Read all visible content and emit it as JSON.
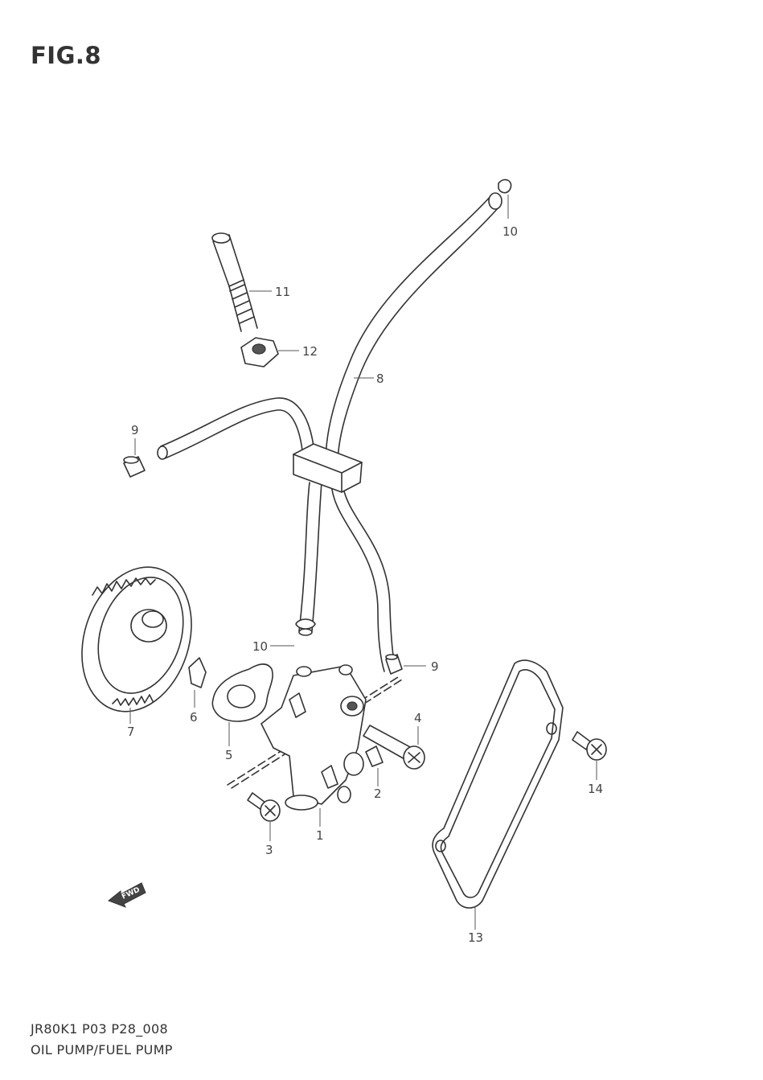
{
  "figure": {
    "title": "FIG.8",
    "code": "JR80K1 P03 P28_008",
    "name": "OIL PUMP/FUEL PUMP",
    "direction_arrow_label": "FWD"
  },
  "callouts": [
    {
      "id": "callout-10-top",
      "label": "10"
    },
    {
      "id": "callout-11",
      "label": "11"
    },
    {
      "id": "callout-12",
      "label": "12"
    },
    {
      "id": "callout-8",
      "label": "8"
    },
    {
      "id": "callout-9-left",
      "label": "9"
    },
    {
      "id": "callout-10-mid",
      "label": "10"
    },
    {
      "id": "callout-9-right",
      "label": "9"
    },
    {
      "id": "callout-7",
      "label": "7"
    },
    {
      "id": "callout-6",
      "label": "6"
    },
    {
      "id": "callout-5",
      "label": "5"
    },
    {
      "id": "callout-4",
      "label": "4"
    },
    {
      "id": "callout-2",
      "label": "2"
    },
    {
      "id": "callout-3",
      "label": "3"
    },
    {
      "id": "callout-1",
      "label": "1"
    },
    {
      "id": "callout-13",
      "label": "13"
    },
    {
      "id": "callout-14",
      "label": "14"
    }
  ]
}
